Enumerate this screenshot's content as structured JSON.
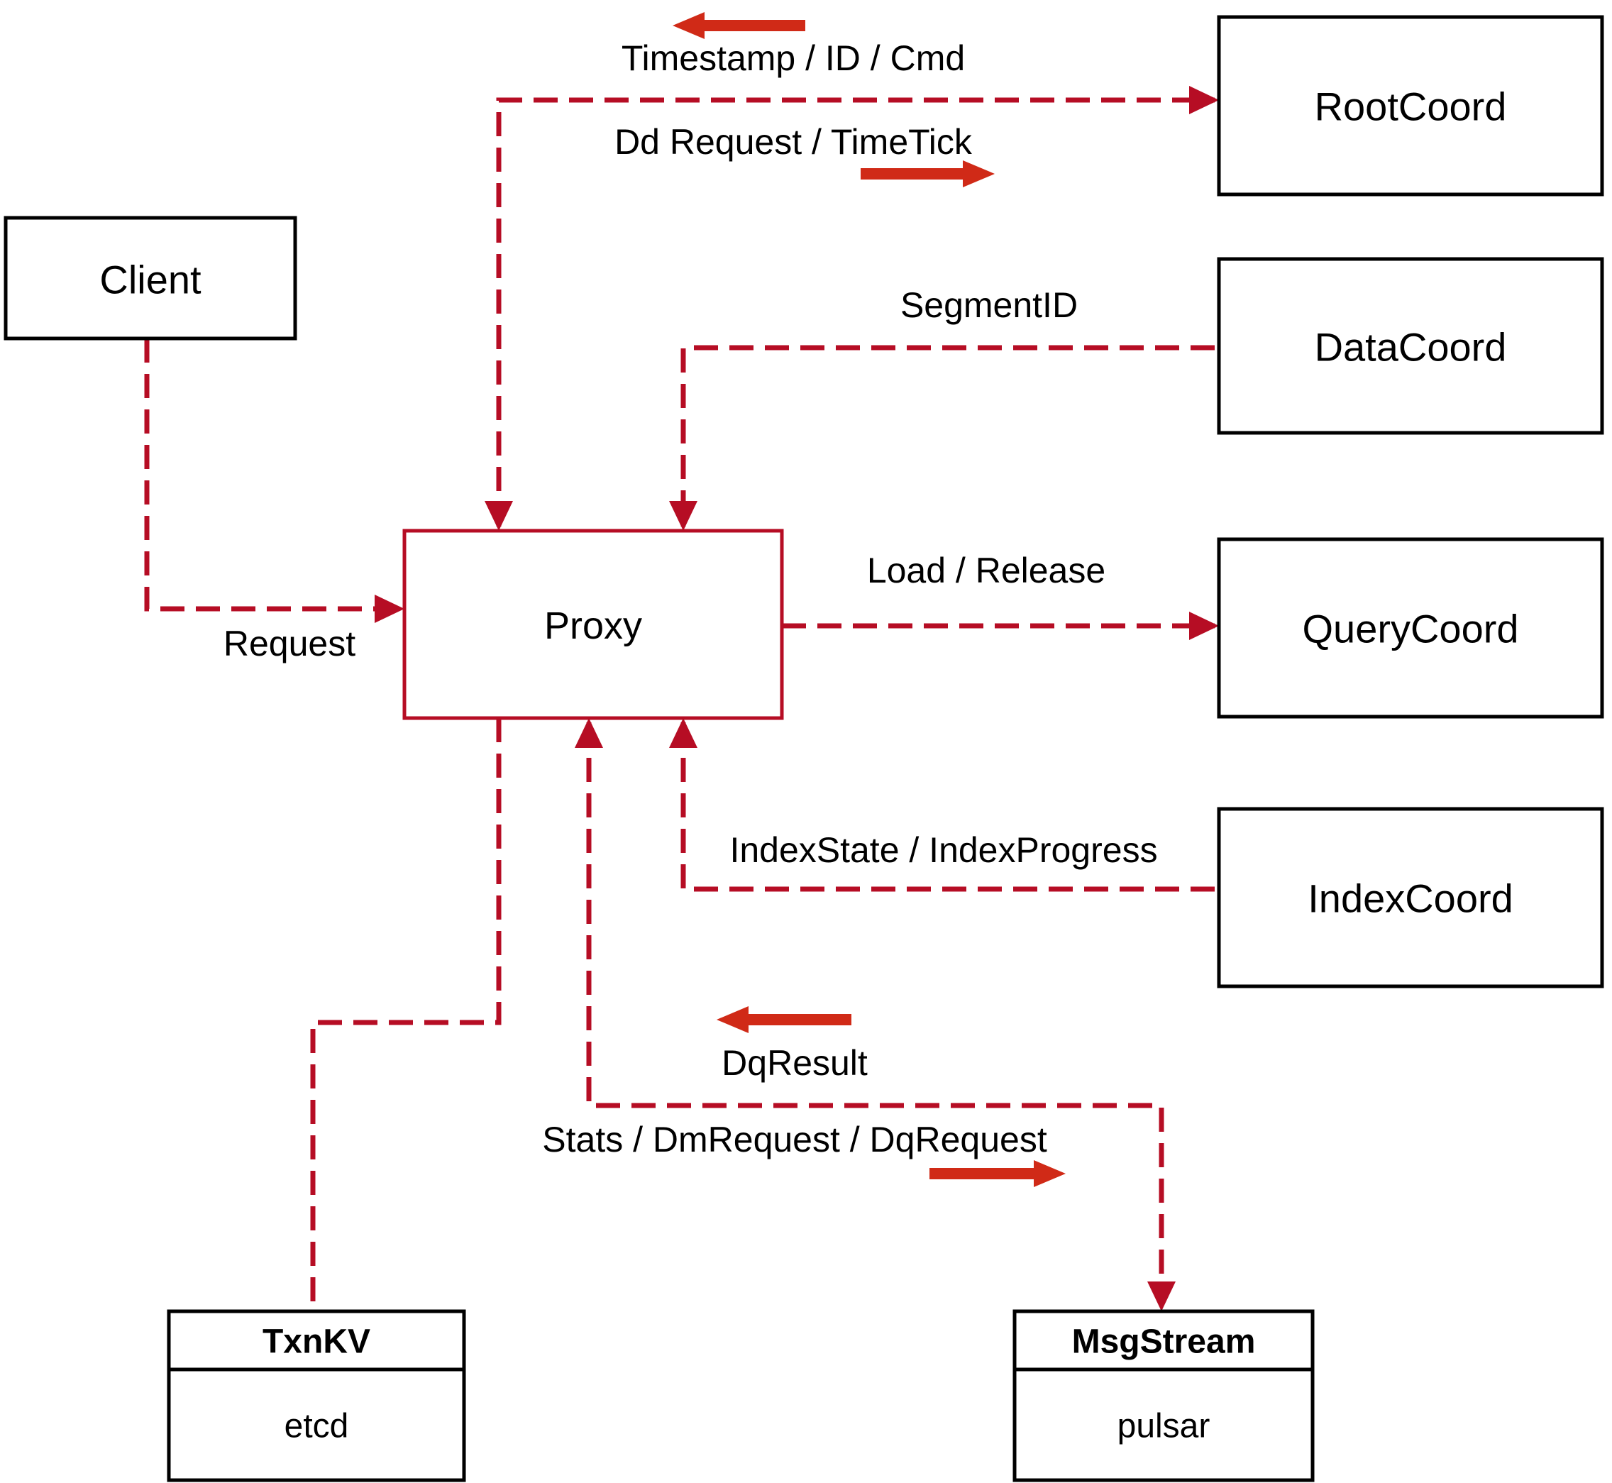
{
  "diagram": {
    "nodes": {
      "client": {
        "label": "Client"
      },
      "root_coord": {
        "label": "RootCoord"
      },
      "data_coord": {
        "label": "DataCoord"
      },
      "query_coord": {
        "label": "QueryCoord"
      },
      "index_coord": {
        "label": "IndexCoord"
      },
      "proxy": {
        "label": "Proxy"
      },
      "txn_kv": {
        "title": "TxnKV",
        "subtitle": "etcd"
      },
      "msg_stream": {
        "title": "MsgStream",
        "subtitle": "pulsar"
      }
    },
    "edge_labels": {
      "timestamp": "Timestamp / ID / Cmd",
      "dd_request": "Dd Request / TimeTick",
      "segment_id": "SegmentID",
      "load_release": "Load / Release",
      "request": "Request",
      "index_state": "IndexState / IndexProgress",
      "dq_result": "DqResult",
      "stats": "Stats / DmRequest / DqRequest"
    },
    "colors": {
      "line": "#b60d24",
      "arrow": "#d02a17",
      "box_border": "#000000",
      "box_fill": "#ffffff",
      "text": "#000000",
      "background": "#ffffff"
    }
  }
}
